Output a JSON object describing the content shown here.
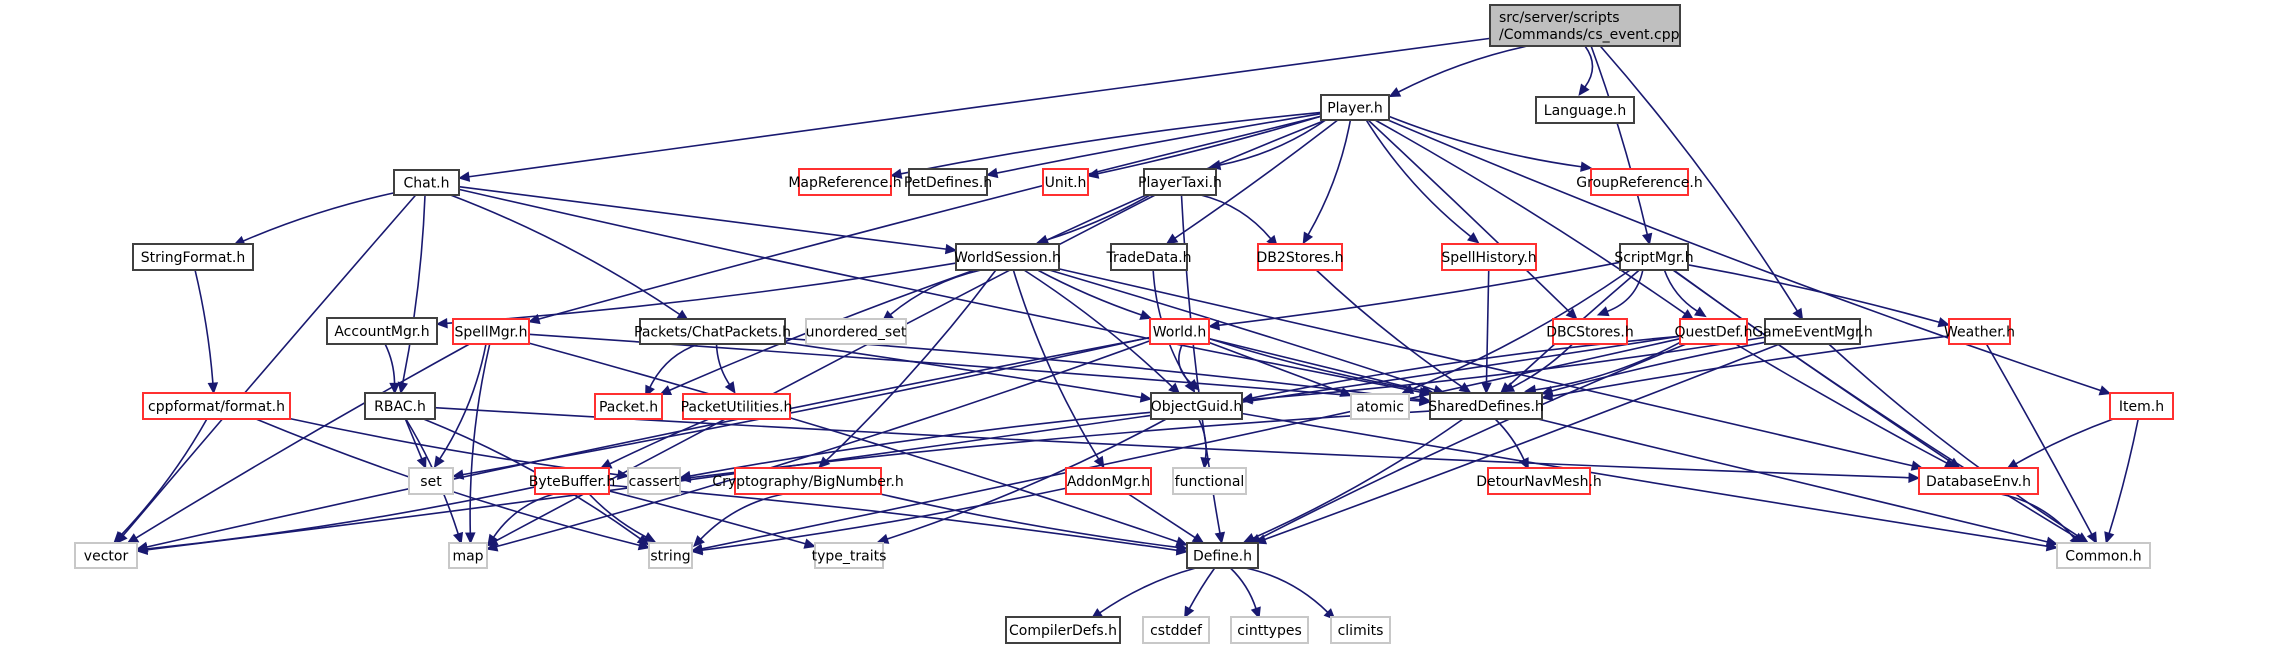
{
  "title": "Include dependency graph for cs_event.cpp",
  "colors": {
    "edge": "#191970",
    "root_fill": "#bfbfbf",
    "documented_border": "#404040",
    "undocumented_border": "#ff3030",
    "system_border": "#c8c8c8"
  },
  "nodes": [
    {
      "id": "root",
      "label": [
        "src/server/scripts",
        "/Commands/cs_event.cpp"
      ],
      "kind": "root"
    },
    {
      "id": "Language",
      "label": [
        "Language.h"
      ],
      "kind": "doc"
    },
    {
      "id": "Player",
      "label": [
        "Player.h"
      ],
      "kind": "doc"
    },
    {
      "id": "Chat",
      "label": [
        "Chat.h"
      ],
      "kind": "doc"
    },
    {
      "id": "MapReference",
      "label": [
        "MapReference.h"
      ],
      "kind": "undoc"
    },
    {
      "id": "PetDefines",
      "label": [
        "PetDefines.h"
      ],
      "kind": "doc"
    },
    {
      "id": "Unit",
      "label": [
        "Unit.h"
      ],
      "kind": "undoc"
    },
    {
      "id": "PlayerTaxi",
      "label": [
        "PlayerTaxi.h"
      ],
      "kind": "doc"
    },
    {
      "id": "GroupReference",
      "label": [
        "GroupReference.h"
      ],
      "kind": "undoc"
    },
    {
      "id": "StringFormat",
      "label": [
        "StringFormat.h"
      ],
      "kind": "doc"
    },
    {
      "id": "WorldSession",
      "label": [
        "WorldSession.h"
      ],
      "kind": "doc"
    },
    {
      "id": "TradeData",
      "label": [
        "TradeData.h"
      ],
      "kind": "doc"
    },
    {
      "id": "DB2Stores",
      "label": [
        "DB2Stores.h"
      ],
      "kind": "undoc"
    },
    {
      "id": "SpellHistory",
      "label": [
        "SpellHistory.h"
      ],
      "kind": "undoc"
    },
    {
      "id": "ScriptMgr",
      "label": [
        "ScriptMgr.h"
      ],
      "kind": "doc"
    },
    {
      "id": "AccountMgr",
      "label": [
        "AccountMgr.h"
      ],
      "kind": "doc"
    },
    {
      "id": "SpellMgr",
      "label": [
        "SpellMgr.h"
      ],
      "kind": "undoc"
    },
    {
      "id": "ChatPackets",
      "label": [
        "Packets/ChatPackets.h"
      ],
      "kind": "doc"
    },
    {
      "id": "unordered_set",
      "label": [
        "unordered_set"
      ],
      "kind": "sys"
    },
    {
      "id": "World",
      "label": [
        "World.h"
      ],
      "kind": "undoc"
    },
    {
      "id": "DBCStores",
      "label": [
        "DBCStores.h"
      ],
      "kind": "undoc"
    },
    {
      "id": "QuestDef",
      "label": [
        "QuestDef.h"
      ],
      "kind": "undoc"
    },
    {
      "id": "GameEventMgr",
      "label": [
        "GameEventMgr.h"
      ],
      "kind": "doc"
    },
    {
      "id": "Weather",
      "label": [
        "Weather.h"
      ],
      "kind": "undoc"
    },
    {
      "id": "format",
      "label": [
        "cppformat/format.h"
      ],
      "kind": "undoc"
    },
    {
      "id": "RBAC",
      "label": [
        "RBAC.h"
      ],
      "kind": "doc"
    },
    {
      "id": "Packet",
      "label": [
        "Packet.h"
      ],
      "kind": "undoc"
    },
    {
      "id": "PacketUtilities",
      "label": [
        "PacketUtilities.h"
      ],
      "kind": "undoc"
    },
    {
      "id": "ObjectGuid",
      "label": [
        "ObjectGuid.h"
      ],
      "kind": "doc"
    },
    {
      "id": "atomic",
      "label": [
        "atomic"
      ],
      "kind": "sys"
    },
    {
      "id": "SharedDefines",
      "label": [
        "SharedDefines.h"
      ],
      "kind": "doc"
    },
    {
      "id": "Item",
      "label": [
        "Item.h"
      ],
      "kind": "undoc"
    },
    {
      "id": "set",
      "label": [
        "set"
      ],
      "kind": "sys"
    },
    {
      "id": "ByteBuffer",
      "label": [
        "ByteBuffer.h"
      ],
      "kind": "undoc"
    },
    {
      "id": "cassert",
      "label": [
        "cassert"
      ],
      "kind": "sys"
    },
    {
      "id": "BigNumber",
      "label": [
        "Cryptography/BigNumber.h"
      ],
      "kind": "undoc"
    },
    {
      "id": "AddonMgr",
      "label": [
        "AddonMgr.h"
      ],
      "kind": "undoc"
    },
    {
      "id": "functional",
      "label": [
        "functional"
      ],
      "kind": "sys"
    },
    {
      "id": "DetourNavMesh",
      "label": [
        "DetourNavMesh.h"
      ],
      "kind": "undoc"
    },
    {
      "id": "DatabaseEnv",
      "label": [
        "DatabaseEnv.h"
      ],
      "kind": "undoc"
    },
    {
      "id": "vector",
      "label": [
        "vector"
      ],
      "kind": "sys"
    },
    {
      "id": "map",
      "label": [
        "map"
      ],
      "kind": "sys"
    },
    {
      "id": "string",
      "label": [
        "string"
      ],
      "kind": "sys"
    },
    {
      "id": "type_traits",
      "label": [
        "type_traits"
      ],
      "kind": "sys"
    },
    {
      "id": "Define",
      "label": [
        "Define.h"
      ],
      "kind": "doc"
    },
    {
      "id": "Common",
      "label": [
        "Common.h"
      ],
      "kind": "sys"
    },
    {
      "id": "CompilerDefs",
      "label": [
        "CompilerDefs.h"
      ],
      "kind": "doc"
    },
    {
      "id": "cstddef",
      "label": [
        "cstddef"
      ],
      "kind": "sys"
    },
    {
      "id": "cinttypes",
      "label": [
        "cinttypes"
      ],
      "kind": "sys"
    },
    {
      "id": "climits",
      "label": [
        "climits"
      ],
      "kind": "sys"
    }
  ],
  "edges": [
    [
      "root",
      "Language"
    ],
    [
      "root",
      "Player"
    ],
    [
      "root",
      "Chat"
    ],
    [
      "root",
      "ScriptMgr"
    ],
    [
      "root",
      "GameEventMgr"
    ],
    [
      "Player",
      "MapReference"
    ],
    [
      "Player",
      "PetDefines"
    ],
    [
      "Player",
      "Unit"
    ],
    [
      "Player",
      "PlayerTaxi"
    ],
    [
      "Player",
      "GroupReference"
    ],
    [
      "Player",
      "WorldSession"
    ],
    [
      "Player",
      "TradeData"
    ],
    [
      "Player",
      "DB2Stores"
    ],
    [
      "Player",
      "SpellHistory"
    ],
    [
      "Player",
      "SpellMgr"
    ],
    [
      "Player",
      "DBCStores"
    ],
    [
      "Player",
      "QuestDef"
    ],
    [
      "Player",
      "Item"
    ],
    [
      "Chat",
      "StringFormat"
    ],
    [
      "Chat",
      "WorldSession"
    ],
    [
      "Chat",
      "RBAC"
    ],
    [
      "Chat",
      "ChatPackets"
    ],
    [
      "Chat",
      "SharedDefines"
    ],
    [
      "Chat",
      "vector"
    ],
    [
      "PlayerTaxi",
      "WorldSession"
    ],
    [
      "PlayerTaxi",
      "DB2Stores"
    ],
    [
      "PlayerTaxi",
      "Define"
    ],
    [
      "PlayerTaxi",
      "map"
    ],
    [
      "StringFormat",
      "format"
    ],
    [
      "WorldSession",
      "AccountMgr"
    ],
    [
      "WorldSession",
      "unordered_set"
    ],
    [
      "WorldSession",
      "World"
    ],
    [
      "WorldSession",
      "SharedDefines"
    ],
    [
      "WorldSession",
      "BigNumber"
    ],
    [
      "WorldSession",
      "AddonMgr"
    ],
    [
      "WorldSession",
      "Packet"
    ],
    [
      "WorldSession",
      "DatabaseEnv"
    ],
    [
      "WorldSession",
      "ObjectGuid"
    ],
    [
      "TradeData",
      "ObjectGuid"
    ],
    [
      "DB2Stores",
      "SharedDefines"
    ],
    [
      "SpellHistory",
      "SharedDefines"
    ],
    [
      "ScriptMgr",
      "World"
    ],
    [
      "ScriptMgr",
      "DBCStores"
    ],
    [
      "ScriptMgr",
      "QuestDef"
    ],
    [
      "ScriptMgr",
      "SharedDefines"
    ],
    [
      "ScriptMgr",
      "Weather"
    ],
    [
      "ScriptMgr",
      "atomic"
    ],
    [
      "ScriptMgr",
      "Common"
    ],
    [
      "ScriptMgr",
      "DatabaseEnv"
    ],
    [
      "AccountMgr",
      "RBAC"
    ],
    [
      "SpellMgr",
      "set"
    ],
    [
      "SpellMgr",
      "map"
    ],
    [
      "SpellMgr",
      "vector"
    ],
    [
      "SpellMgr",
      "SharedDefines"
    ],
    [
      "SpellMgr",
      "Define"
    ],
    [
      "ChatPackets",
      "Packet"
    ],
    [
      "ChatPackets",
      "PacketUtilities"
    ],
    [
      "ChatPackets",
      "ObjectGuid"
    ],
    [
      "ChatPackets",
      "SharedDefines"
    ],
    [
      "World",
      "ObjectGuid"
    ],
    [
      "World",
      "SharedDefines"
    ],
    [
      "World",
      "atomic"
    ],
    [
      "World",
      "set"
    ],
    [
      "World",
      "map"
    ],
    [
      "World",
      "vector"
    ],
    [
      "World",
      "Common"
    ],
    [
      "DBCStores",
      "SharedDefines"
    ],
    [
      "QuestDef",
      "SharedDefines"
    ],
    [
      "QuestDef",
      "Define"
    ],
    [
      "QuestDef",
      "DatabaseEnv"
    ],
    [
      "QuestDef",
      "string"
    ],
    [
      "QuestDef",
      "vector"
    ],
    [
      "QuestDef",
      "ObjectGuid"
    ],
    [
      "GameEventMgr",
      "SharedDefines"
    ],
    [
      "GameEventMgr",
      "Define"
    ],
    [
      "GameEventMgr",
      "ObjectGuid"
    ],
    [
      "GameEventMgr",
      "Common"
    ],
    [
      "Weather",
      "SharedDefines"
    ],
    [
      "Weather",
      "Common"
    ],
    [
      "format",
      "vector"
    ],
    [
      "format",
      "string"
    ],
    [
      "format",
      "cassert"
    ],
    [
      "RBAC",
      "set"
    ],
    [
      "RBAC",
      "map"
    ],
    [
      "RBAC",
      "string"
    ],
    [
      "RBAC",
      "DatabaseEnv"
    ],
    [
      "PacketUtilities",
      "ByteBuffer"
    ],
    [
      "ObjectGuid",
      "functional"
    ],
    [
      "ObjectGuid",
      "type_traits"
    ],
    [
      "ObjectGuid",
      "cassert"
    ],
    [
      "ObjectGuid",
      "Common"
    ],
    [
      "SharedDefines",
      "DetourNavMesh"
    ],
    [
      "SharedDefines",
      "Define"
    ],
    [
      "SharedDefines",
      "cassert"
    ],
    [
      "Item",
      "DatabaseEnv"
    ],
    [
      "Item",
      "Common"
    ],
    [
      "ByteBuffer",
      "vector"
    ],
    [
      "ByteBuffer",
      "map"
    ],
    [
      "ByteBuffer",
      "string"
    ],
    [
      "ByteBuffer",
      "type_traits"
    ],
    [
      "ByteBuffer",
      "Define"
    ],
    [
      "BigNumber",
      "string"
    ],
    [
      "BigNumber",
      "Define"
    ],
    [
      "AddonMgr",
      "Define"
    ],
    [
      "AddonMgr",
      "string"
    ],
    [
      "DatabaseEnv",
      "Common"
    ],
    [
      "Define",
      "CompilerDefs"
    ],
    [
      "Define",
      "cstddef"
    ],
    [
      "Define",
      "cinttypes"
    ],
    [
      "Define",
      "climits"
    ]
  ]
}
